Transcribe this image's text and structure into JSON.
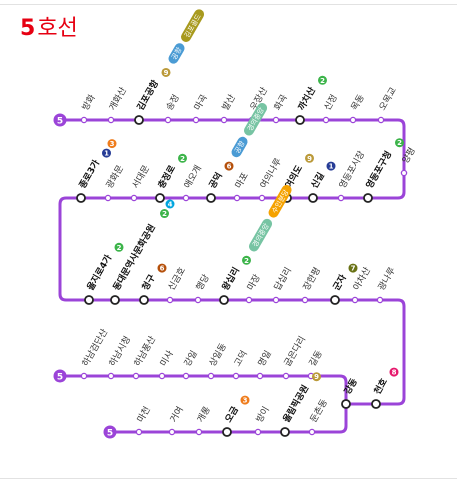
{
  "title": {
    "number": "5",
    "name": "호선"
  },
  "line_color": "#9b44d8",
  "end_label": "5",
  "stations": [
    {
      "name": "방화",
      "type": "minor"
    },
    {
      "name": "개화산",
      "type": "minor"
    },
    {
      "name": "김포공항",
      "type": "transfer",
      "badges": [
        "9"
      ],
      "tags": [
        "공항",
        "김포골드"
      ]
    },
    {
      "name": "송정",
      "type": "minor"
    },
    {
      "name": "마곡",
      "type": "minor"
    },
    {
      "name": "발산",
      "type": "minor"
    },
    {
      "name": "우장산",
      "type": "minor"
    },
    {
      "name": "화곡",
      "type": "minor"
    },
    {
      "name": "까치산",
      "type": "transfer",
      "badges": [
        "2"
      ]
    },
    {
      "name": "신정",
      "type": "minor"
    },
    {
      "name": "목동",
      "type": "minor"
    },
    {
      "name": "오목교",
      "type": "minor"
    },
    {
      "name": "양평",
      "type": "minor"
    },
    {
      "name": "영등포구청",
      "type": "transfer",
      "badges": [
        "2"
      ]
    },
    {
      "name": "영등포시장",
      "type": "minor"
    },
    {
      "name": "신길",
      "type": "transfer",
      "badges": [
        "1"
      ]
    },
    {
      "name": "여의도",
      "type": "transfer",
      "badges": [
        "9"
      ]
    },
    {
      "name": "여의나루",
      "type": "minor"
    },
    {
      "name": "마포",
      "type": "minor"
    },
    {
      "name": "공덕",
      "type": "transfer",
      "badges": [
        "6"
      ],
      "tags": [
        "공항",
        "경의중앙"
      ]
    },
    {
      "name": "애오개",
      "type": "minor"
    },
    {
      "name": "충정로",
      "type": "transfer",
      "badges": [
        "2"
      ]
    },
    {
      "name": "서대문",
      "type": "minor"
    },
    {
      "name": "광화문",
      "type": "minor"
    },
    {
      "name": "종로3가",
      "type": "transfer",
      "badges": [
        "1",
        "3"
      ]
    },
    {
      "name": "을지로4가",
      "type": "transfer",
      "badges": [
        "2"
      ]
    },
    {
      "name": "동대문역사문화공원",
      "type": "transfer",
      "badges": [
        "2",
        "4"
      ]
    },
    {
      "name": "청구",
      "type": "transfer",
      "badges": [
        "6"
      ]
    },
    {
      "name": "신금호",
      "type": "minor"
    },
    {
      "name": "행당",
      "type": "minor"
    },
    {
      "name": "왕십리",
      "type": "transfer",
      "badges": [
        "2"
      ],
      "tags": [
        "경의중앙",
        "수인분당"
      ]
    },
    {
      "name": "마장",
      "type": "minor"
    },
    {
      "name": "답십리",
      "type": "minor"
    },
    {
      "name": "장한평",
      "type": "minor"
    },
    {
      "name": "군자",
      "type": "transfer",
      "badges": [
        "7"
      ]
    },
    {
      "name": "아차산",
      "type": "minor"
    },
    {
      "name": "광나루",
      "type": "minor"
    },
    {
      "name": "천호",
      "type": "transfer",
      "badges": [
        "8"
      ]
    },
    {
      "name": "강동",
      "type": "transfer",
      "badges": []
    },
    {
      "name": "길동",
      "type": "minor"
    },
    {
      "name": "굽은다리",
      "type": "minor"
    },
    {
      "name": "명일",
      "type": "minor"
    },
    {
      "name": "고덕",
      "type": "minor"
    },
    {
      "name": "상일동",
      "type": "minor"
    },
    {
      "name": "강일",
      "type": "minor"
    },
    {
      "name": "미사",
      "type": "minor"
    },
    {
      "name": "하남풍산",
      "type": "minor"
    },
    {
      "name": "하남시청",
      "type": "minor"
    },
    {
      "name": "하남검단산",
      "type": "minor"
    },
    {
      "name": "둔촌동",
      "type": "minor"
    },
    {
      "name": "올림픽공원",
      "type": "transfer",
      "badges": [
        "9"
      ]
    },
    {
      "name": "방이",
      "type": "minor"
    },
    {
      "name": "오금",
      "type": "transfer",
      "badges": [
        "3"
      ]
    },
    {
      "name": "개롱",
      "type": "minor"
    },
    {
      "name": "거여",
      "type": "minor"
    },
    {
      "name": "마천",
      "type": "minor"
    }
  ],
  "badge_colors": {
    "1": "#263c96",
    "2": "#3cb44a",
    "3": "#ef7c1c",
    "4": "#00a5de",
    "6": "#b5500b",
    "7": "#697215",
    "8": "#e6186c",
    "9": "#bb9a3a"
  },
  "tag_colors": {
    "공항": "#4a9bd4",
    "김포골드": "#a89a1e",
    "경의중앙": "#77c4a3",
    "수인분당": "#f5a200"
  }
}
